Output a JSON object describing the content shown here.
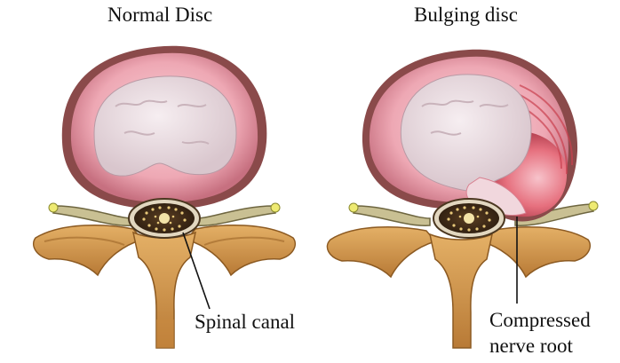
{
  "panels": {
    "normal": {
      "title": "Normal Disc"
    },
    "bulging": {
      "title": "Bulging disc"
    }
  },
  "labels": {
    "spinal_canal": "Spinal canal",
    "compressed_nerve_root_line1": "Compressed",
    "compressed_nerve_root_line2": "nerve root"
  },
  "colors": {
    "disc_outer": "#8a4a4a",
    "annulus": "#f0b6c0",
    "nucleus": "#ecdde3",
    "bulge_red": "#e2566a",
    "bone": "#d59a4c",
    "bone_shadow": "#a86a2c",
    "canal": "#3e2a18",
    "canal_dots": "#e7c87a",
    "nerve": "#c9c093",
    "nerve_tip": "#eeea72"
  }
}
